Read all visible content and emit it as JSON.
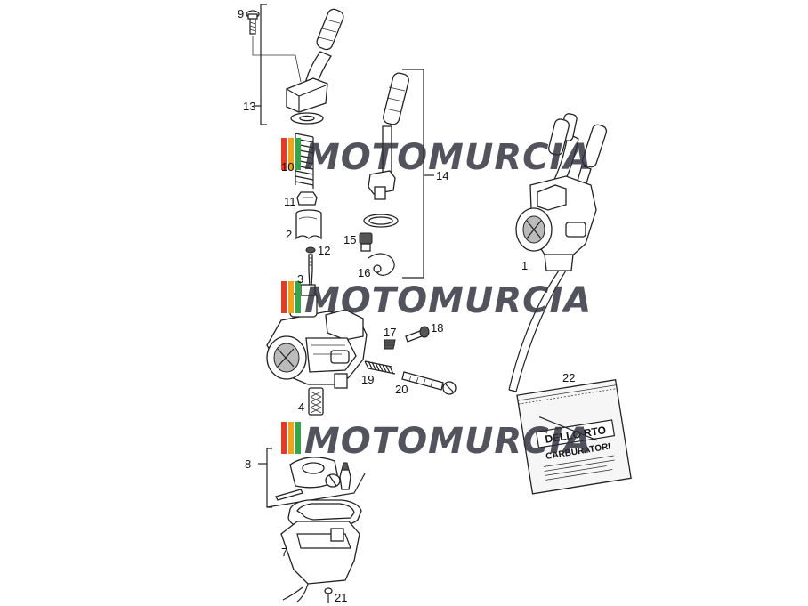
{
  "parts": [
    {
      "id": "1",
      "label": "1"
    },
    {
      "id": "2",
      "label": "2"
    },
    {
      "id": "3",
      "label": "3"
    },
    {
      "id": "4",
      "label": "4"
    },
    {
      "id": "7",
      "label": "7"
    },
    {
      "id": "8",
      "label": "8"
    },
    {
      "id": "9",
      "label": "9"
    },
    {
      "id": "10",
      "label": "10"
    },
    {
      "id": "11",
      "label": "11"
    },
    {
      "id": "12",
      "label": "12"
    },
    {
      "id": "13",
      "label": "13"
    },
    {
      "id": "14",
      "label": "14"
    },
    {
      "id": "15",
      "label": "15"
    },
    {
      "id": "16",
      "label": "16"
    },
    {
      "id": "17",
      "label": "17"
    },
    {
      "id": "18",
      "label": "18"
    },
    {
      "id": "19",
      "label": "19"
    },
    {
      "id": "20",
      "label": "20"
    },
    {
      "id": "21",
      "label": "21"
    },
    {
      "id": "22",
      "label": "22"
    }
  ],
  "watermark": {
    "text": "MOTOMURCIA",
    "color": "#2e2e3a",
    "stripe_colors": [
      "#e23b2a",
      "#f2a21c",
      "#35a44a"
    ]
  },
  "kit_bag": {
    "brand": "DELLO RTO",
    "subtitle": "CARBURATORI"
  }
}
